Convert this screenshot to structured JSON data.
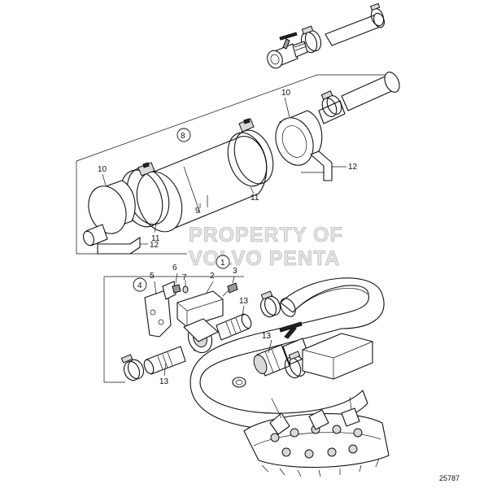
{
  "diagram": {
    "group_labels": {
      "silencer_group": "8",
      "sensor_group": "1",
      "bracket_group": "4"
    },
    "part_labels": {
      "end_cap_left": "10",
      "end_cap_right": "10",
      "silencer_body": "9",
      "clamps_left": "11",
      "clamps_right": "11",
      "bracket_left": "12",
      "bracket_right": "12",
      "sensor_box": "2",
      "sensor_screw": "3",
      "bracket_plate": "5",
      "nut": "6",
      "washer": "7",
      "hose_nipple_upper": "13",
      "hose_nipple_lower": "13",
      "hose_nipple_right": "13"
    },
    "watermark": [
      "PROPERTY OF",
      "VOLVO PENTA"
    ],
    "doc_number": "25787"
  }
}
